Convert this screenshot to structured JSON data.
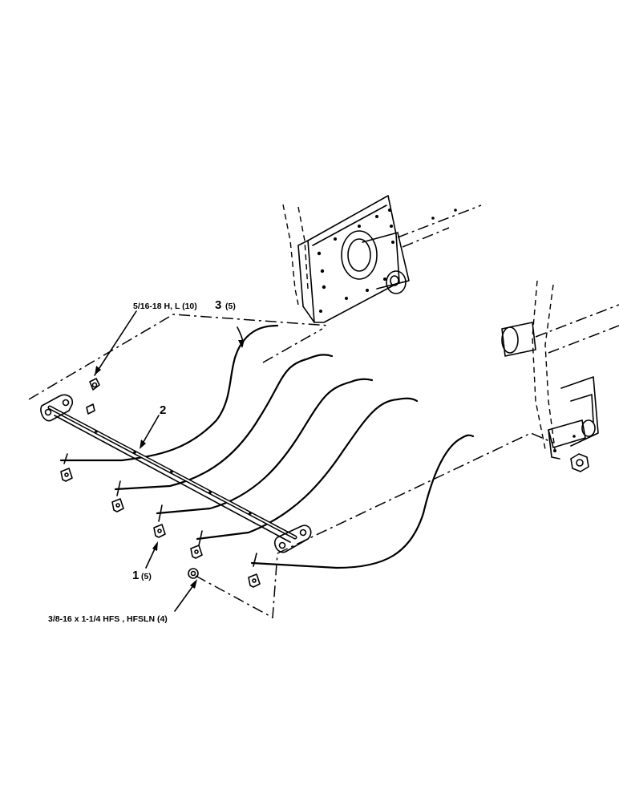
{
  "labels": {
    "bolt_top": "5/16-18 H, L (10)",
    "part3_num": "3",
    "part3_qty": "(5)",
    "part2_num": "2",
    "part1_num": "1",
    "part1_qty": "(5)",
    "bolt_bottom": "3/8-16 x 1-1/4 HFS , HFSLN (4)"
  }
}
